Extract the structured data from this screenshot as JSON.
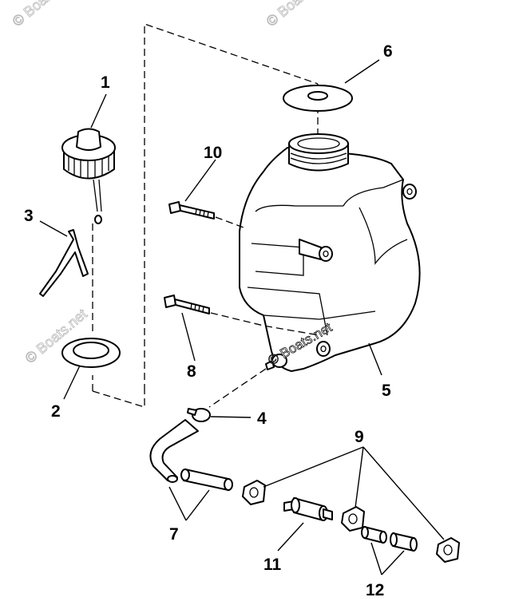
{
  "watermarks": {
    "top_left": "© Boats.net",
    "top_right": "© Boats.net",
    "middle_left": "© Boats.net",
    "center": "© Boats.net"
  },
  "callouts": {
    "c1": "1",
    "c2": "2",
    "c3": "3",
    "c4": "4",
    "c5": "5",
    "c6": "6",
    "c7": "7",
    "c8": "8",
    "c9": "9",
    "c10": "10",
    "c11": "11",
    "c12": "12"
  }
}
